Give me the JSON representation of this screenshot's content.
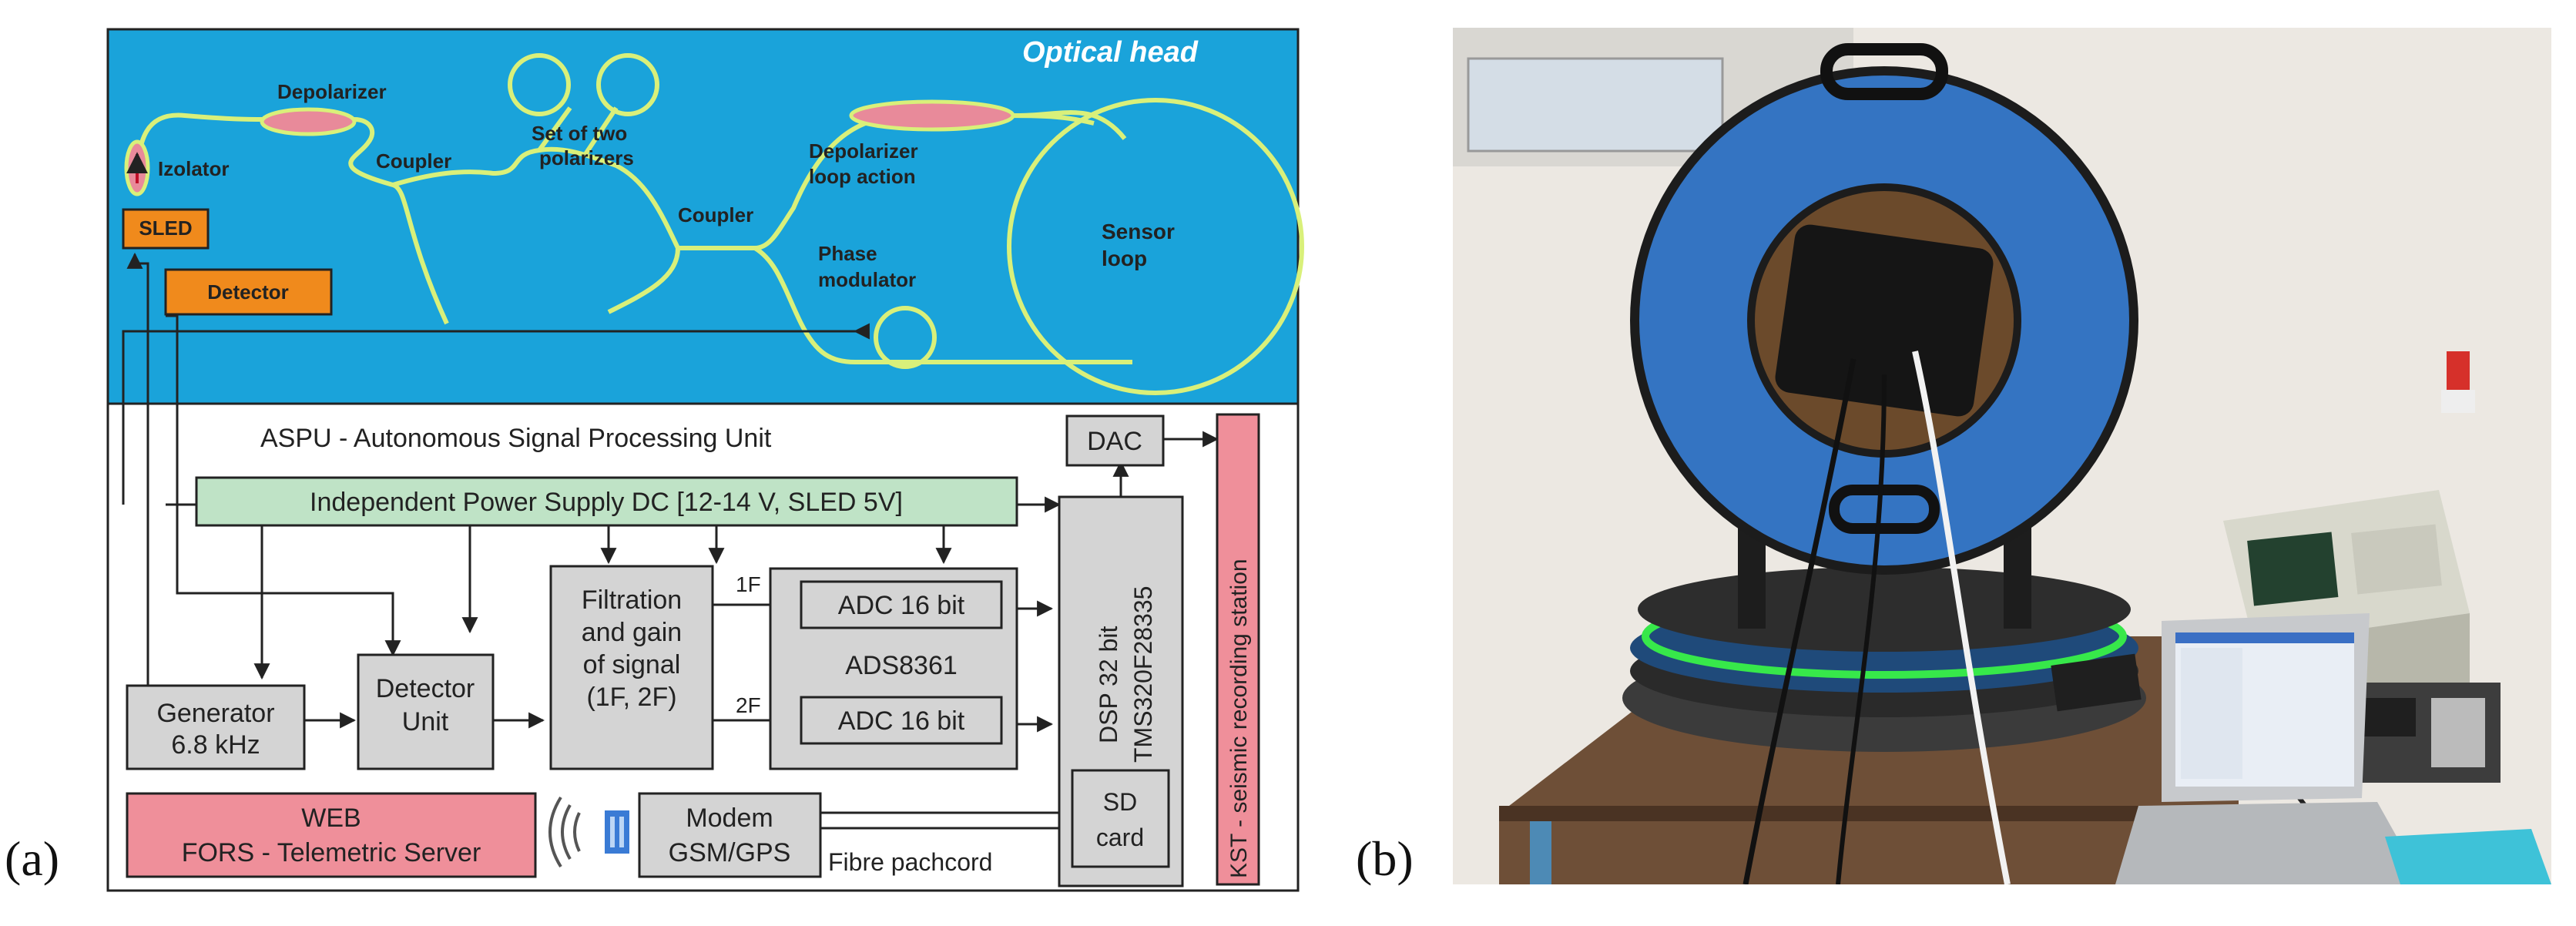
{
  "panels": {
    "a_label": "(a)",
    "b_label": "(b)"
  },
  "optical_head": {
    "title": "Optical head",
    "depolarizer": "Depolarizer",
    "izolator": "Izolator",
    "sled": "SLED",
    "detector": "Detector",
    "coupler_left": "Coupler",
    "polarizers_line1": "Set of two",
    "polarizers_line2": "polarizers",
    "coupler_right": "Coupler",
    "depolarizer_loop_line1": "Depolarizer",
    "depolarizer_loop_line2": "loop action",
    "sensor_loop_line1": "Sensor",
    "sensor_loop_line2": "loop",
    "phase_mod_line1": "Phase",
    "phase_mod_line2": "modulator"
  },
  "aspu": {
    "title": "ASPU - Autonomous Signal Processing Unit",
    "power_supply": "Independent Power Supply DC [12-14 V, SLED 5V]",
    "dac": "DAC",
    "generator_line1": "Generator",
    "generator_line2": "6.8 kHz",
    "detector_unit_line1": "Detector",
    "detector_unit_line2": "Unit",
    "filtration_line1": "Filtration",
    "filtration_line2": "and gain",
    "filtration_line3": "of signal",
    "filtration_line4": "(1F, 2F)",
    "label_1f": "1F",
    "label_2f": "2F",
    "adc_top": "ADC 16 bit",
    "adc_bottom": "ADC 16 bit",
    "adc_chip": "ADS8361",
    "dsp_line1": "DSP  32 bit",
    "dsp_line2": "TMS320F28335",
    "sd_line1": "SD",
    "sd_line2": "card",
    "kst": "KST - seismic recording station",
    "web_line1": "WEB",
    "web_line2": "FORS - Telemetric Server",
    "modem_line1": "Modem",
    "modem_line2": "GSM/GPS",
    "fibre": "Fibre pachcord"
  },
  "colors": {
    "optical_bg": "#1aa3da",
    "fiber": "#d9f07a",
    "orange_box": "#f08a1c",
    "depolarizer_fill": "#e88a9a",
    "power_green": "#bfe3c6",
    "gray_box": "#d4d4d4",
    "pink_box": "#ef8f9a"
  }
}
